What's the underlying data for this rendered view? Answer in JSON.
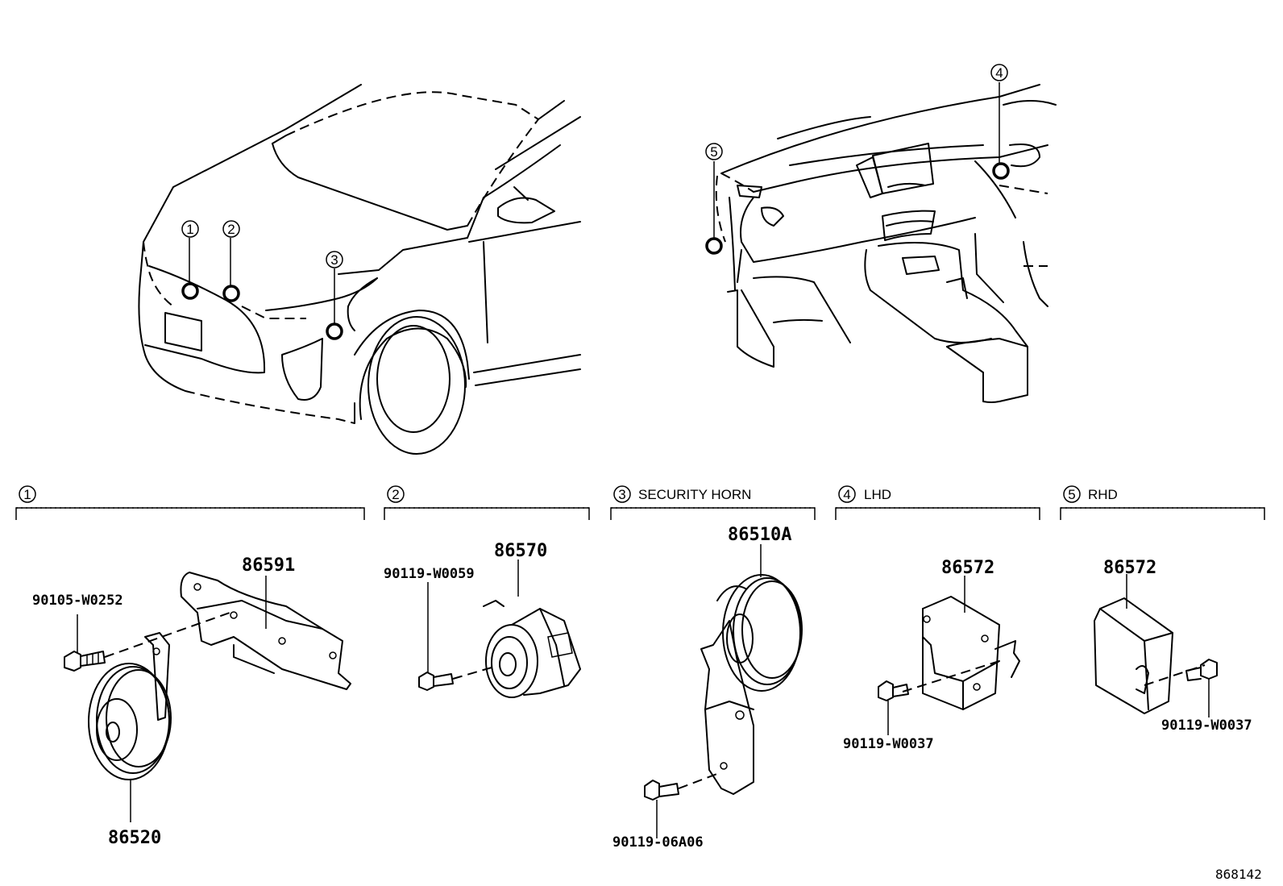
{
  "diagram_id": "868142",
  "callouts": [
    "1",
    "2",
    "3",
    "4",
    "5"
  ],
  "sections": [
    {
      "num": "1",
      "caption": ""
    },
    {
      "num": "2",
      "caption": ""
    },
    {
      "num": "3",
      "caption": "SECURITY HORN"
    },
    {
      "num": "4",
      "caption": "LHD"
    },
    {
      "num": "5",
      "caption": "RHD"
    }
  ],
  "parts": {
    "s1_bolt": "90105-W0252",
    "s1_bracket": "86591",
    "s1_horn": "86520",
    "s2_bolt": "90119-W0059",
    "s2_horn": "86570",
    "s3_horn": "86510A",
    "s3_bolt": "90119-06A06",
    "s4_module": "86572",
    "s4_bolt": "90119-W0037",
    "s5_module": "86572",
    "s5_bolt": "90119-W0037"
  }
}
